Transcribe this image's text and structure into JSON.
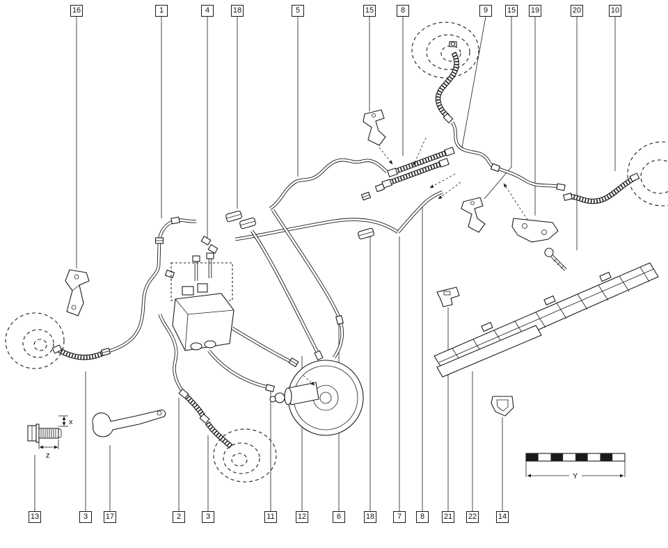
{
  "diagram": {
    "name": "Brake pipes and hoses exploded parts diagram",
    "callouts_top": [
      {
        "label": "16"
      },
      {
        "label": "1"
      },
      {
        "label": "4"
      },
      {
        "label": "18"
      },
      {
        "label": "5"
      },
      {
        "label": "15"
      },
      {
        "label": "8"
      },
      {
        "label": "9"
      },
      {
        "label": "15"
      },
      {
        "label": "19"
      },
      {
        "label": "20"
      },
      {
        "label": "10"
      }
    ],
    "callouts_bottom": [
      {
        "label": "13"
      },
      {
        "label": "3"
      },
      {
        "label": "17"
      },
      {
        "label": "2"
      },
      {
        "label": "3"
      },
      {
        "label": "11"
      },
      {
        "label": "12"
      },
      {
        "label": "6"
      },
      {
        "label": "18"
      },
      {
        "label": "7"
      },
      {
        "label": "8"
      },
      {
        "label": "21"
      },
      {
        "label": "22"
      },
      {
        "label": "14"
      }
    ],
    "dimensions": {
      "x": "x",
      "z": "z",
      "scale": "Y"
    },
    "colors": {
      "line": "#1a1a1a",
      "background": "#ffffff"
    }
  }
}
